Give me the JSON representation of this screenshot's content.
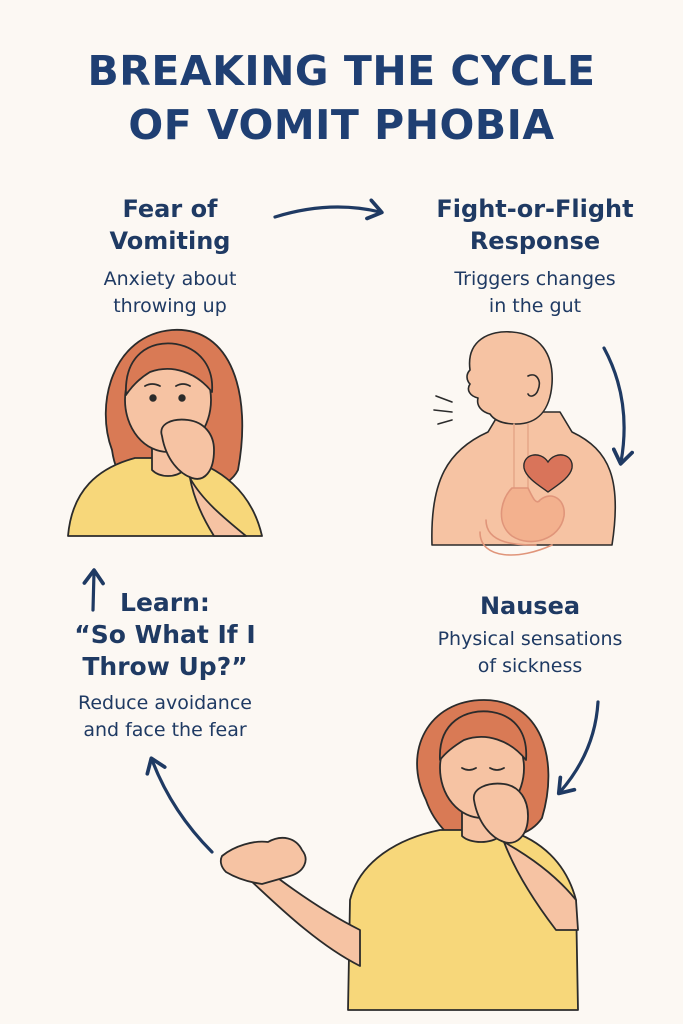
{
  "title": {
    "line1": "BREAKING THE CYCLE",
    "line2": "OF VOMIT PHOBIA"
  },
  "stages": [
    {
      "heading": [
        "Fear of",
        "Vomiting"
      ],
      "description": [
        "Anxiety about",
        "throwing up"
      ]
    },
    {
      "heading": [
        "Fight-or-Flight",
        "Response"
      ],
      "description": [
        "Triggers changes",
        "in the gut"
      ]
    },
    {
      "heading": [
        "Nausea"
      ],
      "description": [
        "Physical sensations",
        "of sickness"
      ]
    },
    {
      "heading": [
        "Learn:",
        "“So What If I",
        "Throw Up?”"
      ],
      "description": [
        "Reduce avoidance",
        "and face the fear"
      ]
    }
  ],
  "colors": {
    "background": "#fcf8f3",
    "text": "#1f3a63",
    "arrow": "#1f3a63",
    "skin": "#f6c3a3",
    "hair": "#d97a55",
    "shirt": "#f7d77a",
    "heart": "#d9745a"
  },
  "icons": [
    "cycle-arrow-icon",
    "woman-covering-mouth-icon",
    "torso-stomach-icon",
    "heart-icon",
    "nauseous-woman-icon"
  ]
}
